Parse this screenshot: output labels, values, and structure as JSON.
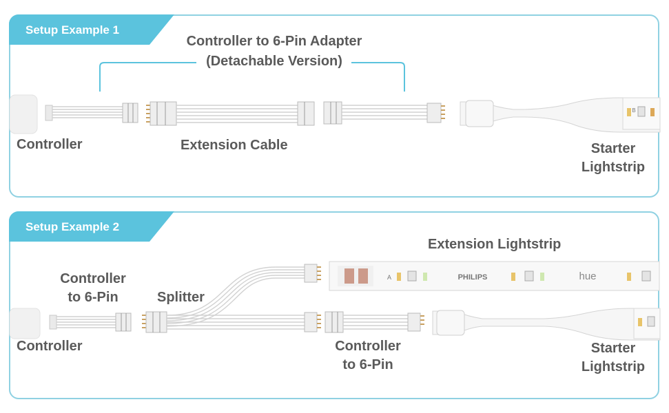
{
  "example1": {
    "tab_label": "Setup Example 1",
    "labels": {
      "adapter_line1": "Controller to 6-Pin Adapter",
      "adapter_line2": "(Detachable Version)",
      "controller": "Controller",
      "extension_cable": "Extension Cable",
      "starter_line1": "Starter",
      "starter_line2": "Lightstrip"
    }
  },
  "example2": {
    "tab_label": "Setup Example 2",
    "labels": {
      "extension_lightstrip": "Extension Lightstrip",
      "ctrl6pin_line1": "Controller",
      "ctrl6pin_line2": "to 6-Pin",
      "splitter": "Splitter",
      "controller": "Controller",
      "ctrl6pin_b_line1": "Controller",
      "ctrl6pin_b_line2": "to 6-Pin",
      "starter_line1": "Starter",
      "starter_line2": "Lightstrip"
    },
    "strip_text": {
      "brand": "PHILIPS",
      "logo": "hue",
      "marker_a": "A",
      "marker_b": "B"
    }
  },
  "colors": {
    "accent": "#5bc3dd",
    "border": "#8fd1e2",
    "label": "#5a5a5a"
  }
}
